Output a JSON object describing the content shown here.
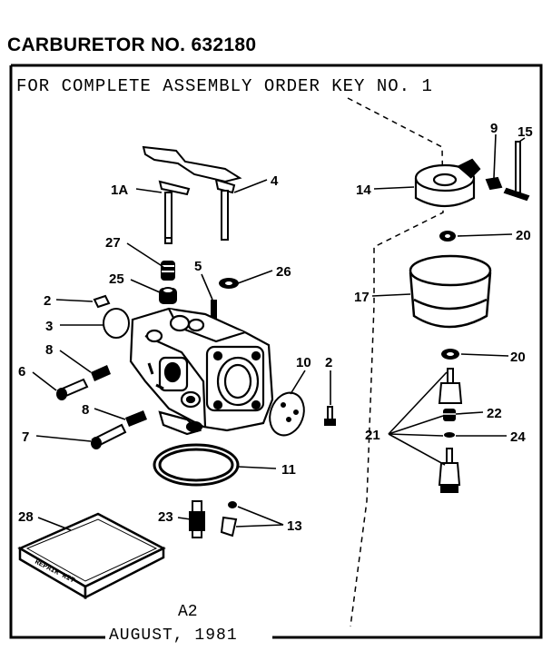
{
  "header": {
    "title": "CARBURETOR NO. 632180",
    "subtitle": "FOR COMPLETE ASSEMBLY ORDER KEY NO. 1"
  },
  "footer": {
    "code": "A2",
    "date": "AUGUST, 1981"
  },
  "callouts": [
    "1A",
    "4",
    "27",
    "25",
    "5",
    "26",
    "2",
    "3",
    "8",
    "6",
    "8",
    "7",
    "10",
    "2",
    "11",
    "23",
    "13",
    "28",
    "9",
    "15",
    "14",
    "20",
    "17",
    "20",
    "21",
    "22",
    "24"
  ],
  "kit_label": "REPAIR KIT",
  "colors": {
    "ink": "#000000",
    "paper": "#ffffff"
  }
}
